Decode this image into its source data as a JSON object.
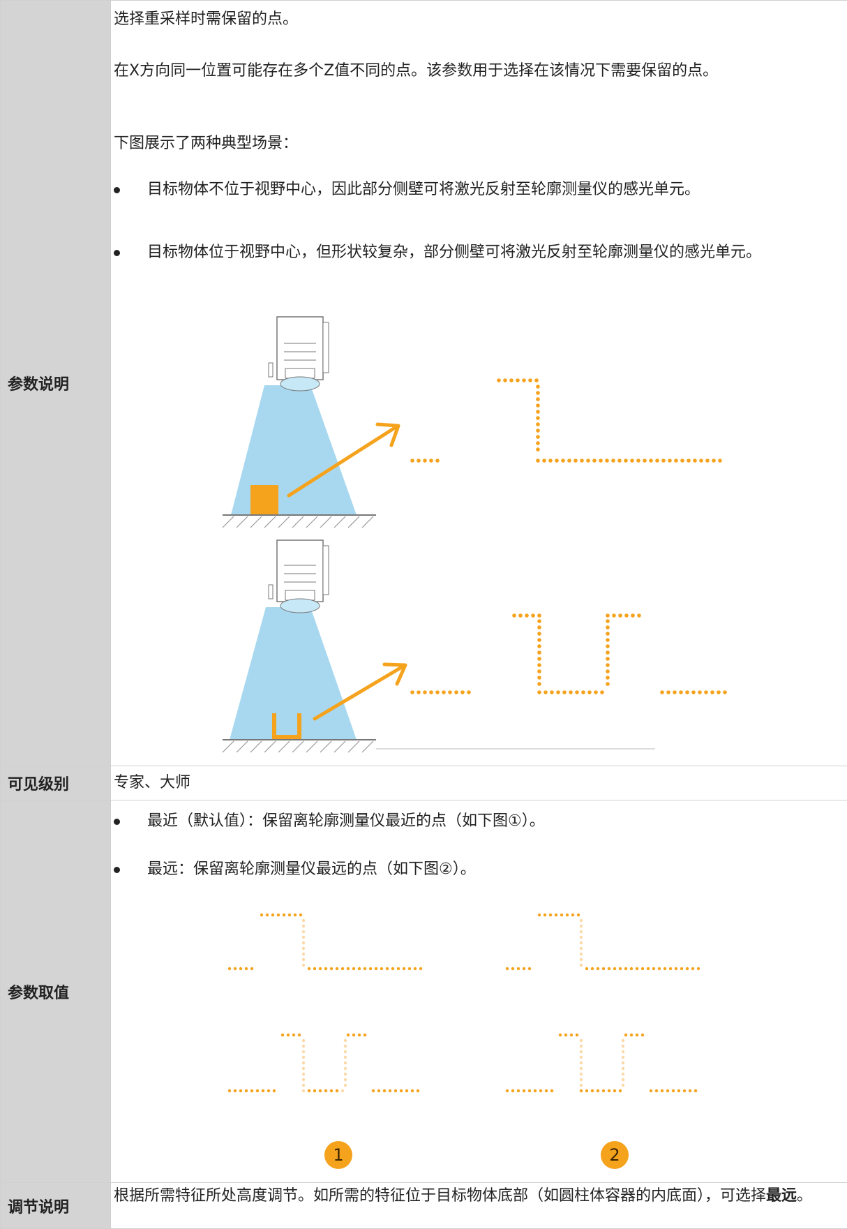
{
  "rows": {
    "description": {
      "label": "参数说明",
      "lines": [
        "选择重采样时需保留的点。",
        "在X方向同一位置可能存在多个Z值不同的点。该参数用于选择在该情况下需要保留的点。",
        "下图展示了两种典型场景："
      ],
      "bullets": [
        "目标物体不位于视野中心，因此部分侧壁可将激光反射至轮廓测量仪的感光单元。",
        "目标物体位于视野中心，但形状较复杂，部分侧壁可将激光反射至轮廓测量仪的感光单元。"
      ]
    },
    "visibility": {
      "label": "可见级别",
      "value": "专家、大师"
    },
    "values": {
      "label": "参数取值",
      "bullets": [
        "最近（默认值）：保留离轮廓测量仪最近的点（如下图①）。",
        "最远：保留离轮廓测量仪最远的点（如下图②）。"
      ],
      "badges": [
        "1",
        "2"
      ]
    },
    "tuning": {
      "label": "调节说明",
      "text_before": "根据所需特征所处高度调节。如所需的特征位于目标物体底部（如圆柱体容器的内底面），可选择",
      "text_bold": "最远",
      "text_after": "。"
    }
  },
  "colors": {
    "accent_orange": "#f5a21c",
    "faded_orange": "#fbd9a8",
    "beam_blue": "#a8d8f0",
    "label_gray": "#d4d4d4"
  },
  "icons": [
    "laser-profiler-icon",
    "arrow-icon",
    "ground-hatch-icon",
    "dotted-profile-icon"
  ]
}
